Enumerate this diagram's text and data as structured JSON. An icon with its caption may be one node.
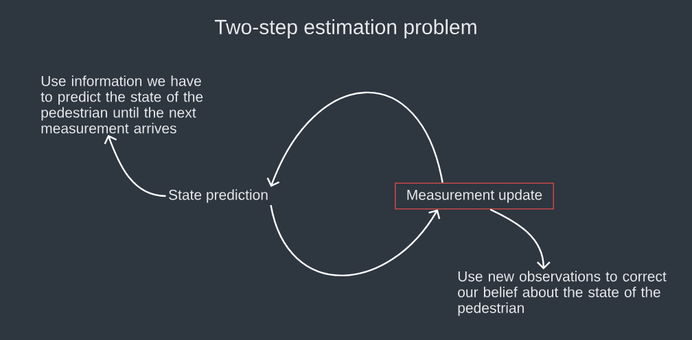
{
  "diagram": {
    "title": "Two-step estimation problem",
    "nodes": [
      {
        "text": [
          "Use information we have to predict the state of the pedestrian until the next measurement arrives"
        ]
      },
      {
        "text": [
          "State prediction"
        ]
      },
      {
        "text": [
          "Measurement update"
        ]
      },
      {
        "text": [
          "Use new observations to correct our belief about the state of the pedestrian"
        ]
      }
    ],
    "edges": [
      {
        "from": 1,
        "to": 0,
        "arrow": "to"
      },
      {
        "from": 2,
        "to": 1,
        "arrow": "to"
      },
      {
        "from": 1,
        "to": 2,
        "arrow": "to"
      },
      {
        "from": 2,
        "to": 3,
        "arrow": "to"
      }
    ]
  }
}
